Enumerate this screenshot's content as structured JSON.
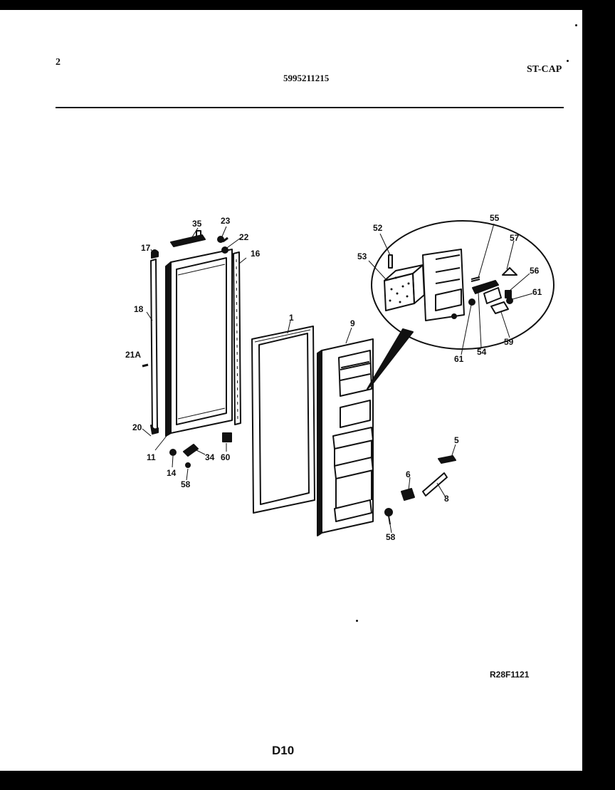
{
  "header": {
    "page_number": "2",
    "part_number": "5995211215",
    "model_code": "ST-CAP"
  },
  "diagram": {
    "callouts": {
      "c1": "1",
      "c5": "5",
      "c6": "6",
      "c8": "8",
      "c9": "9",
      "c11": "11",
      "c14": "14",
      "c16": "16",
      "c17": "17",
      "c18": "18",
      "c20": "20",
      "c21a": "21A",
      "c22": "22",
      "c23": "23",
      "c34": "34",
      "c35": "35",
      "c52": "52",
      "c53": "53",
      "c54": "54",
      "c55": "55",
      "c56": "56",
      "c57": "57",
      "c58": "58",
      "c59": "59",
      "c60": "60",
      "c61a": "61",
      "c61b": "61",
      "c58b": "58"
    },
    "reference_code": "R28F1121"
  },
  "footer": {
    "page_id": "D10"
  }
}
